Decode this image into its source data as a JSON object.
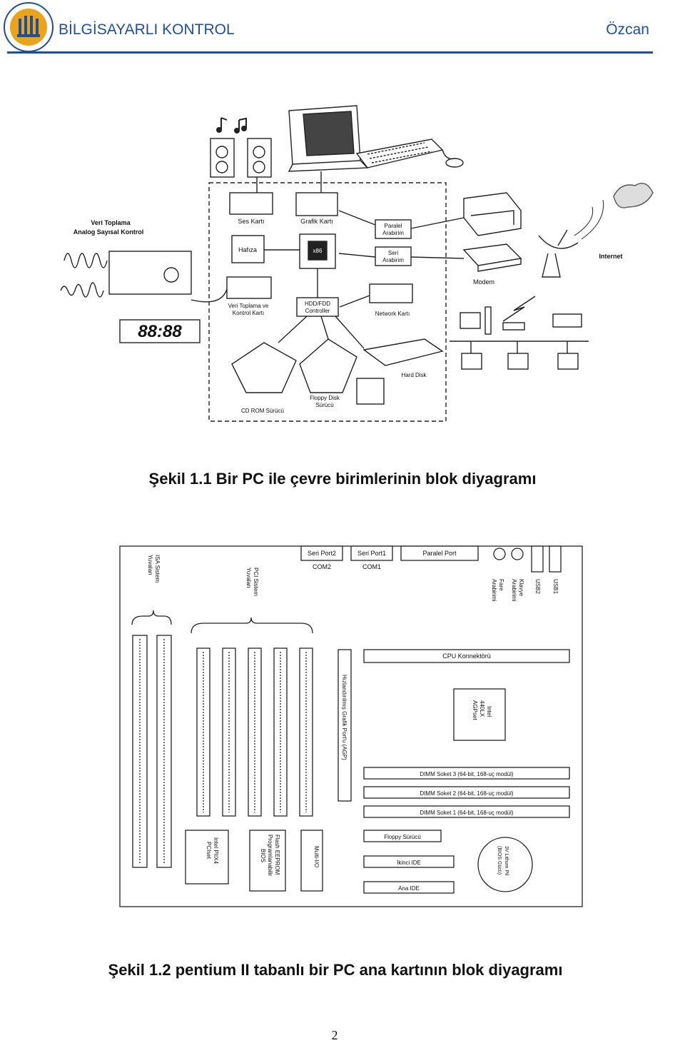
{
  "header": {
    "title": "BİLGİSAYARLI KONTROL",
    "author": "Özcan",
    "accent_color": "#1f4f9a",
    "logo_icon": "university-seal-icon"
  },
  "figure1": {
    "caption": "Şekil 1.1 Bir PC ile çevre birimlerinin blok diyagramı",
    "labels": {
      "daq_title": "Veri Toplama",
      "daq_subtitle": "Analog Sayısal Kontrol",
      "sound_card": "Ses Kartı",
      "graphics_card": "Grafik Kartı",
      "parallel": "Paralel",
      "parallel2": "Arabirim",
      "serial": "Seri",
      "serial2": "Arabirim",
      "memory": "Hafıza",
      "cpu": "x86",
      "daq_card1": "Veri Toplama ve",
      "daq_card2": "Kontrol Kartı",
      "hdd_ctrl1": "HDD/FDD",
      "hdd_ctrl2": "Controller",
      "network_card": "Network Kartı",
      "modem": "Modem",
      "internet": "Internet",
      "hard_disk": "Hard Disk",
      "floppy1": "Floppy Disk",
      "floppy2": "Sürücü",
      "cdrom": "CD ROM Sürücü",
      "display": "88:88"
    }
  },
  "figure2": {
    "caption": "Şekil 1.2 pentium II tabanlı bir PC ana kartının blok diyagramı",
    "labels": {
      "serial2": "Seri Port2",
      "com2": "COM2",
      "serial1": "Seri Port1",
      "com1": "COM1",
      "parallel": "Paralel Port",
      "mouse1": "Fare",
      "mouse2": "Arabirimi",
      "kbd1": "Klavye",
      "kbd2": "Arabirimi",
      "usb2": "USB2",
      "usb1": "USB1",
      "isa1": "ISA Sistem",
      "isa2": "Yuvaları",
      "pci1": "PCI Sistem",
      "pci2": "Yuvaları",
      "agp": "Hızlandırılmış Grafik Port'u (AGP)",
      "cpu_conn": "CPU Konnektörü",
      "chip1": "Intel",
      "chip2": "440LX",
      "chip3": "AGPset",
      "dimm3": "DIMM Soket 3 (64-bit, 168-uç modül)",
      "dimm2": "DIMM Soket 2 (64-bit, 168-uç modül)",
      "dimm1": "DIMM Soket 1 (64-bit, 168-uç modül)",
      "floppy": "Floppy Sürücü",
      "ide2": "İkinci IDE",
      "ide1": "Ana IDE",
      "battery1": "3V Lithum Pil",
      "battery2": "(BIOS Gücü)",
      "piix1": "Intel PIIX4",
      "piix2": "PCIset",
      "flash1": "Flash EEPROM",
      "flash2": "Programlanabilir",
      "flash3": "BIOS",
      "multiio": "Multi-I/O"
    }
  },
  "page_number": "2"
}
